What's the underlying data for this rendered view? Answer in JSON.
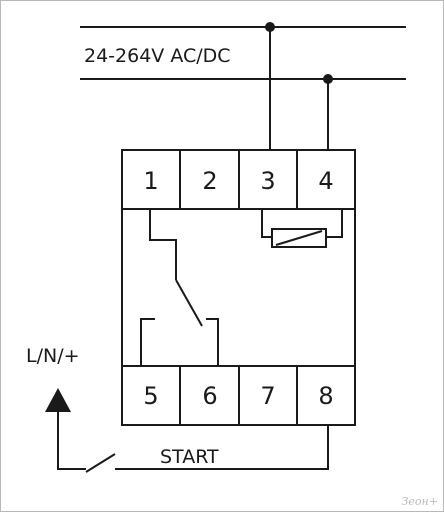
{
  "supply": {
    "label": "24-264V AC/DC"
  },
  "terminals_top": [
    "1",
    "2",
    "3",
    "4"
  ],
  "terminals_bottom": [
    "5",
    "6",
    "7",
    "8"
  ],
  "control": {
    "label": "L/N/+"
  },
  "start": {
    "label": "START"
  },
  "watermark": {
    "text": "Зеон+"
  },
  "colors": {
    "line": "#1a1a1a",
    "frame": "#b8b8b8",
    "watermark": "#b9b9b9"
  }
}
